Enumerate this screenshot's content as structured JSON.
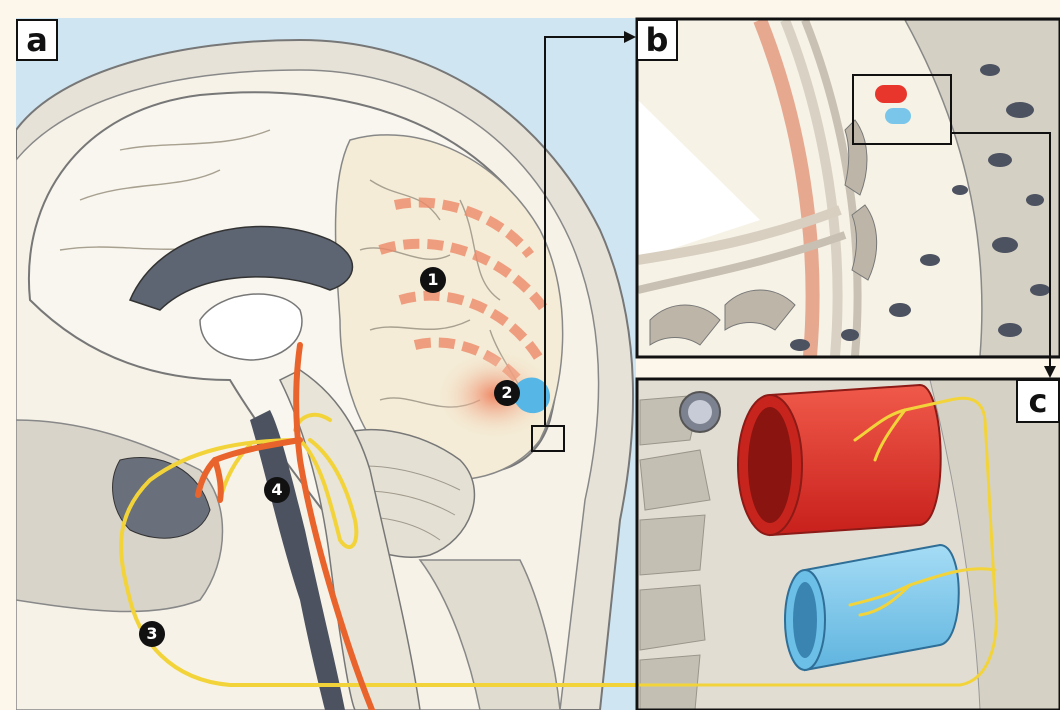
{
  "panels": {
    "a": "a",
    "b": "b",
    "c": "c"
  },
  "markers": {
    "one": "1",
    "two": "2",
    "three": "3",
    "four": "4"
  },
  "colors": {
    "background": "#fdf6ea",
    "sky": "#cfe6f2",
    "brain": "#f4ecd6",
    "nerve": "#f2d43a",
    "artery": "#e8362c",
    "vein": "#79c6ea",
    "brainstem_nerve": "#e8642c",
    "pain_wave": "#ee8a6a"
  }
}
